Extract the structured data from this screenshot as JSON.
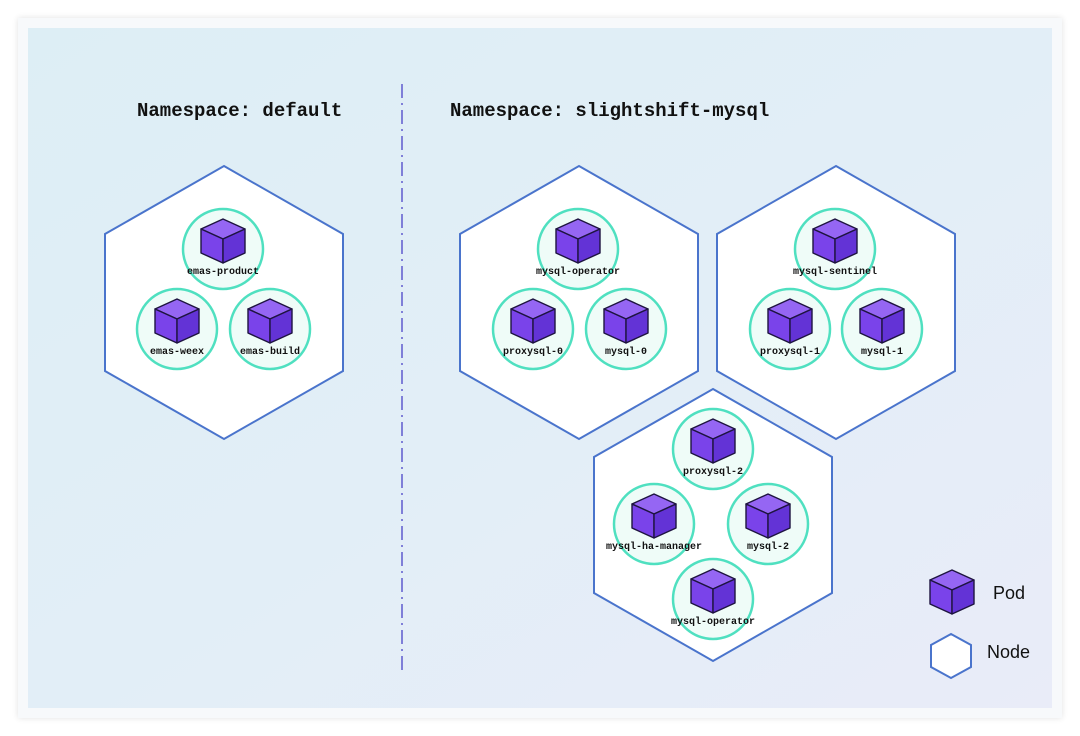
{
  "colors": {
    "node_stroke": "#4a74cc",
    "node_fill": "#ffffff",
    "pod_ring": "#4fe0c0",
    "pod_ring_fill": "#effcf8",
    "cube_front": "#7a43ea",
    "cube_top": "#9566f3",
    "cube_side": "#6333d6",
    "divider": "#7f7fd8"
  },
  "namespaces": [
    {
      "title": "Namespace: default"
    },
    {
      "title": "Namespace: slightshift-mysql"
    }
  ],
  "nodes": [
    {
      "pods": [
        "emas-product",
        "emas-weex",
        "emas-build"
      ]
    },
    {
      "pods": [
        "mysql-operator",
        "proxysql-0",
        "mysql-0"
      ]
    },
    {
      "pods": [
        "mysql-sentinel",
        "proxysql-1",
        "mysql-1"
      ]
    },
    {
      "pods": [
        "proxysql-2",
        "mysql-ha-manager",
        "mysql-2",
        "mysql-operator"
      ]
    }
  ],
  "legend": {
    "pod_label": "Pod",
    "node_label": "Node"
  }
}
